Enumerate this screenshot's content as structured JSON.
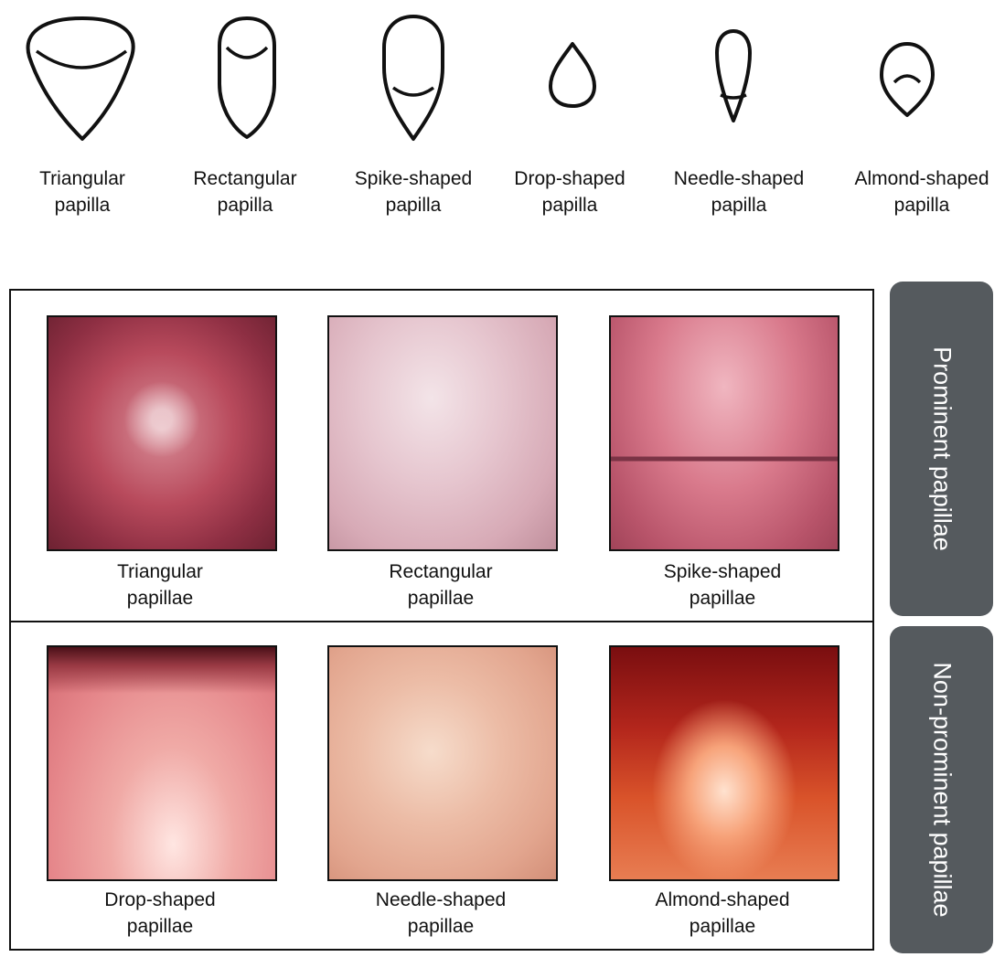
{
  "shapes": [
    {
      "icon": "triangular-papilla-icon",
      "label_line1": "Triangular",
      "label_line2": "papilla"
    },
    {
      "icon": "rectangular-papilla-icon",
      "label_line1": "Rectangular",
      "label_line2": "papilla"
    },
    {
      "icon": "spike-shaped-papilla-icon",
      "label_line1": "Spike-shaped",
      "label_line2": "papilla"
    },
    {
      "icon": "drop-shaped-papilla-icon",
      "label_line1": "Drop-shaped",
      "label_line2": "papilla"
    },
    {
      "icon": "needle-shaped-papilla-icon",
      "label_line1": "Needle-shaped",
      "label_line2": "papilla"
    },
    {
      "icon": "almond-shaped-papilla-icon",
      "label_line1": "Almond-shaped",
      "label_line2": "papilla"
    }
  ],
  "prominent": {
    "group_label": "Prominent papillae",
    "photos": [
      {
        "label_line1": "Triangular",
        "label_line2": "papillae"
      },
      {
        "label_line1": "Rectangular",
        "label_line2": "papillae"
      },
      {
        "label_line1": "Spike-shaped",
        "label_line2": "papillae"
      }
    ]
  },
  "non_prominent": {
    "group_label": "Non-prominent papillae",
    "photos": [
      {
        "label_line1": "Drop-shaped",
        "label_line2": "papillae"
      },
      {
        "label_line1": "Needle-shaped",
        "label_line2": "papillae"
      },
      {
        "label_line1": "Almond-shaped",
        "label_line2": "papillae"
      }
    ]
  },
  "colors": {
    "side_panel": "#555a5e",
    "outline": "#111111"
  }
}
